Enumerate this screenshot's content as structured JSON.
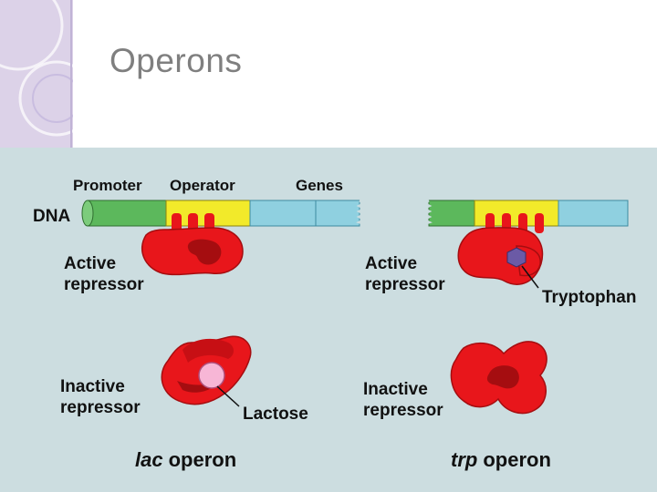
{
  "slide": {
    "title": "Operons"
  },
  "diagram": {
    "dna_segments": {
      "promoter": "Promoter",
      "operator": "Operator",
      "genes": "Genes"
    },
    "dna_label": "DNA",
    "lac": {
      "active_label_line1": "Active",
      "active_label_line2": "repressor",
      "inactive_label_line1": "Inactive",
      "inactive_label_line2": "repressor",
      "inducer_label": "Lactose",
      "caption_italic": "lac",
      "caption_rest": "operon"
    },
    "trp": {
      "active_label_line1": "Active",
      "active_label_line2": "repressor",
      "corepressor_label": "Tryptophan",
      "inactive_label_line1": "Inactive",
      "inactive_label_line2": "repressor",
      "caption_italic": "trp",
      "caption_rest": "operon"
    },
    "colors": {
      "promoter": "#5cb85c",
      "operator": "#f2ea2a",
      "genes": "#8fd0e0",
      "repressor": "#e8161b",
      "lactose": "#f7b6d6",
      "tryptophan": "#6b5aa6",
      "background": "#ccdde0"
    }
  }
}
